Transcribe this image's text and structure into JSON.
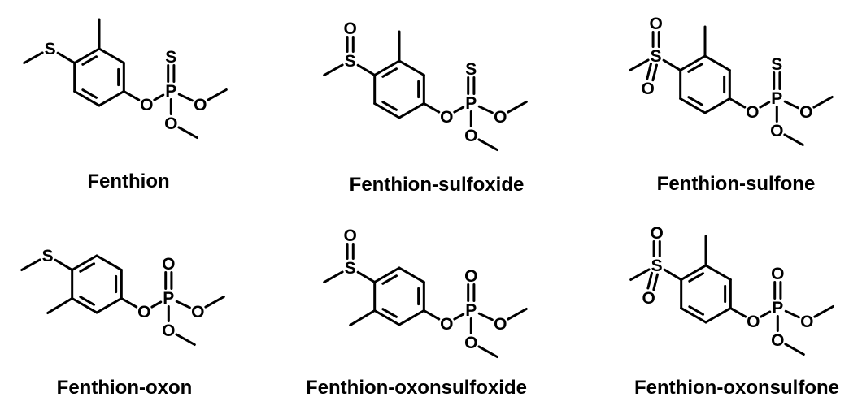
{
  "molecules": [
    {
      "name": "Fenthion"
    },
    {
      "name": "Fenthion-sulfoxide"
    },
    {
      "name": "Fenthion-sulfone"
    },
    {
      "name": "Fenthion-oxon"
    },
    {
      "name": "Fenthion-oxonsulfoxide"
    },
    {
      "name": "Fenthion-oxonsulfone"
    }
  ],
  "atom_labels": {
    "S": "S",
    "O": "O",
    "P": "P"
  }
}
